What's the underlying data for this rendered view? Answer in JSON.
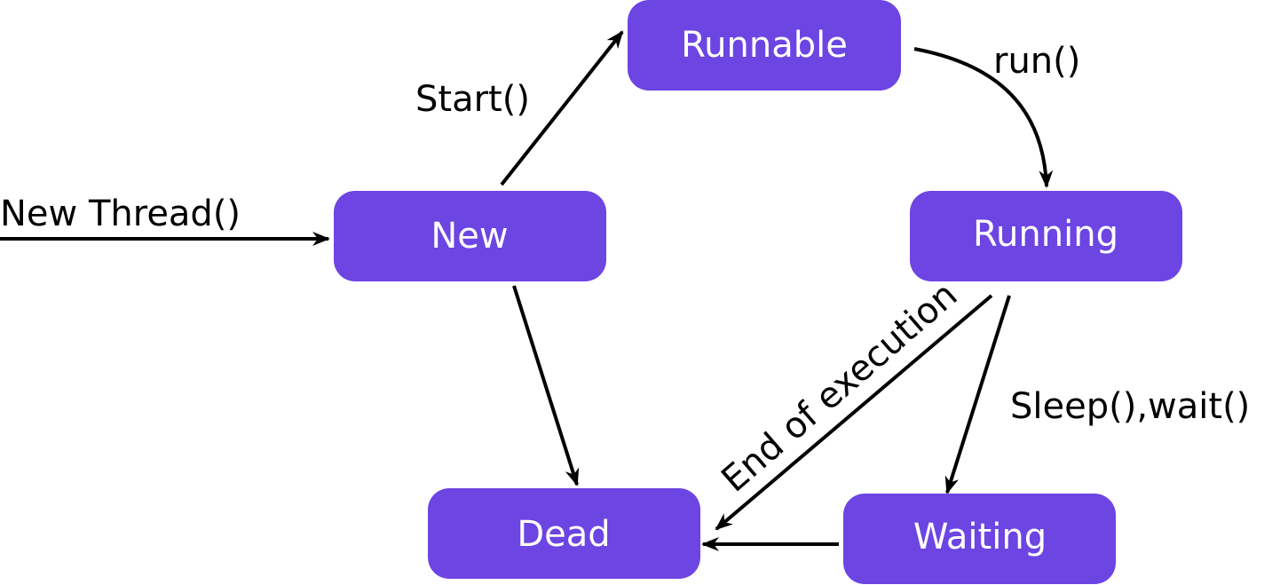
{
  "nodes": {
    "runnable": {
      "label": "Runnable"
    },
    "new": {
      "label": "New"
    },
    "running": {
      "label": "Running"
    },
    "dead": {
      "label": "Dead"
    },
    "waiting": {
      "label": "Waiting"
    }
  },
  "edges": {
    "new_thread": {
      "label": "New Thread()"
    },
    "start": {
      "label": "Start()"
    },
    "run": {
      "label": "run()"
    },
    "end_of_execution": {
      "label": "End of execution"
    },
    "sleep_wait": {
      "label": "Sleep(),wait()"
    }
  },
  "colors": {
    "node_fill": "#6c45e3",
    "node_text": "#ffffff",
    "edge": "#000000"
  }
}
